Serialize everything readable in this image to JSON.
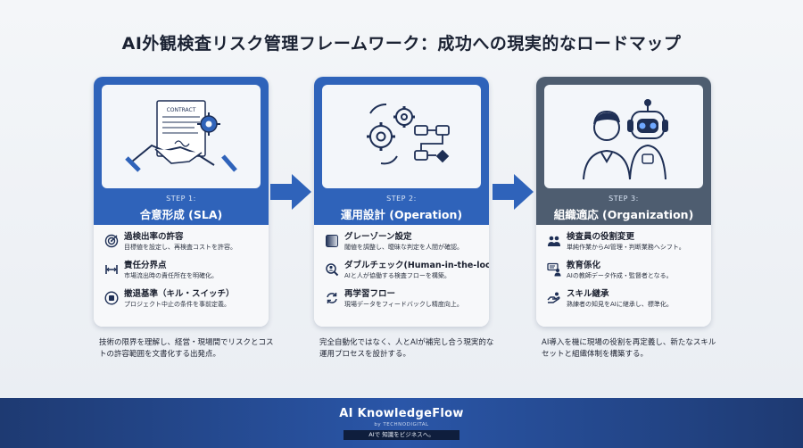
{
  "title": "AI外観検査リスク管理フレームワーク：成功への現実的なロードマップ",
  "colors": {
    "step1": "#2f63ba",
    "step2": "#2f63ba",
    "step3": "#4e5d70",
    "arrow": "#2f63ba"
  },
  "steps": [
    {
      "step_label": "STEP 1:",
      "title": "合意形成 (SLA)",
      "illustration": "handshake-contract-gear-icon",
      "contract_text": "CONTRACT",
      "items": [
        {
          "icon": "target-icon",
          "title": "過検出率の許容",
          "desc": "目標値を設定し、再検査コストを許容。"
        },
        {
          "icon": "boundary-icon",
          "title": "責任分界点",
          "desc": "市場流出時の責任所在を明確化。"
        },
        {
          "icon": "stop-button-icon",
          "title": "撤退基準（キル・スイッチ）",
          "desc": "プロジェクト中止の条件を事前定義。"
        }
      ],
      "summary": "技術の限界を理解し、経営・現場間でリスクとコストの許容範囲を文書化する出発点。"
    },
    {
      "step_label": "STEP 2:",
      "title": "運用設計 (Operation)",
      "illustration": "gears-flowchart-icon",
      "items": [
        {
          "icon": "gradient-square-icon",
          "title": "グレーゾーン設定",
          "desc": "閾値を調整し、曖昧な判定を人間が確認。"
        },
        {
          "icon": "magnifier-person-icon",
          "title": "ダブルチェック(Human-in-the-loop)",
          "desc": "AIと人が協働する検査フローを構築。"
        },
        {
          "icon": "refresh-icon",
          "title": "再学習フロー",
          "desc": "現場データをフィードバックし精度向上。"
        }
      ],
      "summary": "完全自動化ではなく、人とAIが補完し合う現実的な運用プロセスを設計する。"
    },
    {
      "step_label": "STEP 3:",
      "title": "組織適応 (Organization)",
      "illustration": "person-and-robot-icon",
      "items": [
        {
          "icon": "people-icon",
          "title": "検査員の役割変更",
          "desc": "単純作業からAI管理・判断業務へシフト。"
        },
        {
          "icon": "teacher-icon",
          "title": "教育係化",
          "desc": "AIの教師データ作成・監督者となる。"
        },
        {
          "icon": "handover-icon",
          "title": "スキル継承",
          "desc": "熟練者の知見をAIに継承し、標準化。"
        }
      ],
      "summary": "AI導入を機に現場の役割を再定義し、新たなスキルセットと組織体制を構築する。"
    }
  ],
  "footer": {
    "brand": "AI KnowledgeFlow",
    "brand_sub": "by TECHNODIGITAL",
    "tagline": "AIで 知識をビジネスへ。"
  }
}
